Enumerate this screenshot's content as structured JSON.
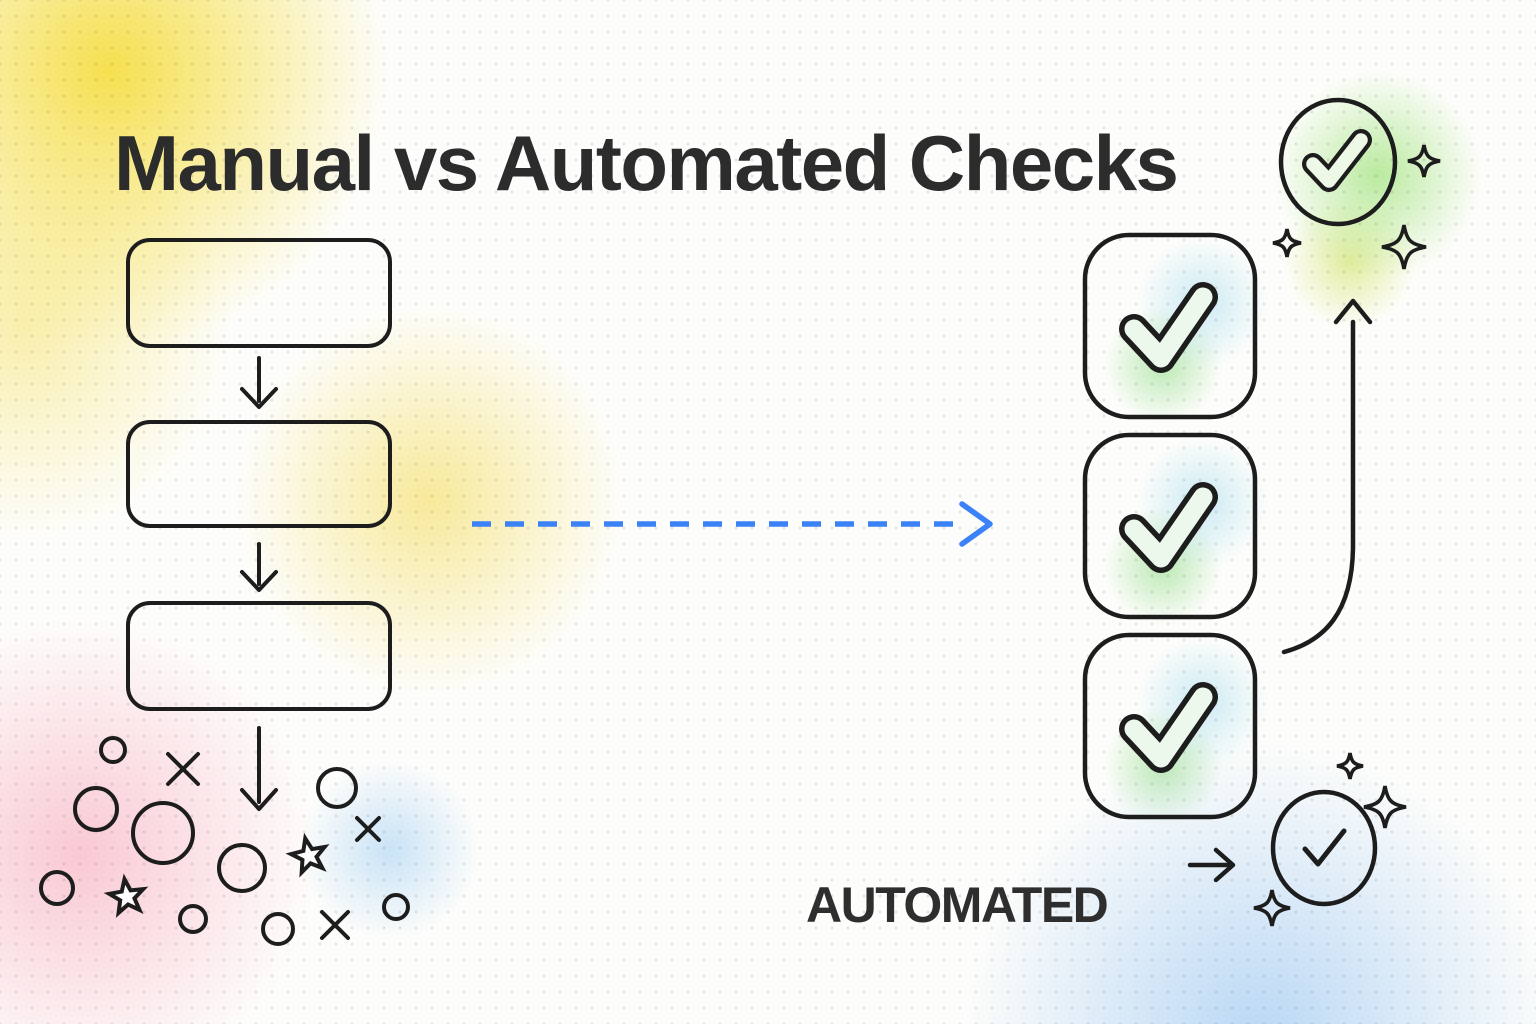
{
  "header": {
    "title": "Manual vs Automated Checks"
  },
  "labels": {
    "automated": "AUTOMATED"
  },
  "manual_flow": {
    "box_count": 3,
    "boxes_empty": true,
    "connector": "down-arrow",
    "scatter_shapes": {
      "circles": 9,
      "crosses": 3,
      "stars": 2
    }
  },
  "transition_arrow": {
    "style": "dashed",
    "direction": "right"
  },
  "automated_flow": {
    "checkbox_count": 3,
    "all_checked": true,
    "result_badge": "circle-check",
    "final_badge": "circle-check"
  },
  "icons": [
    "checkmark-icon",
    "circle-check-icon",
    "sparkle-icon",
    "star-icon",
    "cross-icon",
    "circle-icon",
    "down-arrow-icon",
    "right-arrow-icon",
    "curved-up-arrow-icon",
    "dashed-right-arrow-icon"
  ],
  "colors": {
    "ink": "#1d1d1d",
    "title_text": "#2c2c2c",
    "accent_blue": "#3b82f6",
    "check_fill": "#edf8ec",
    "blob_yellow": "#f5de46",
    "blob_pink": "#f7a6b9",
    "blob_blue": "#a8cef3",
    "blob_green": "#9ee278",
    "dot_grid": "#d9d9d6"
  }
}
